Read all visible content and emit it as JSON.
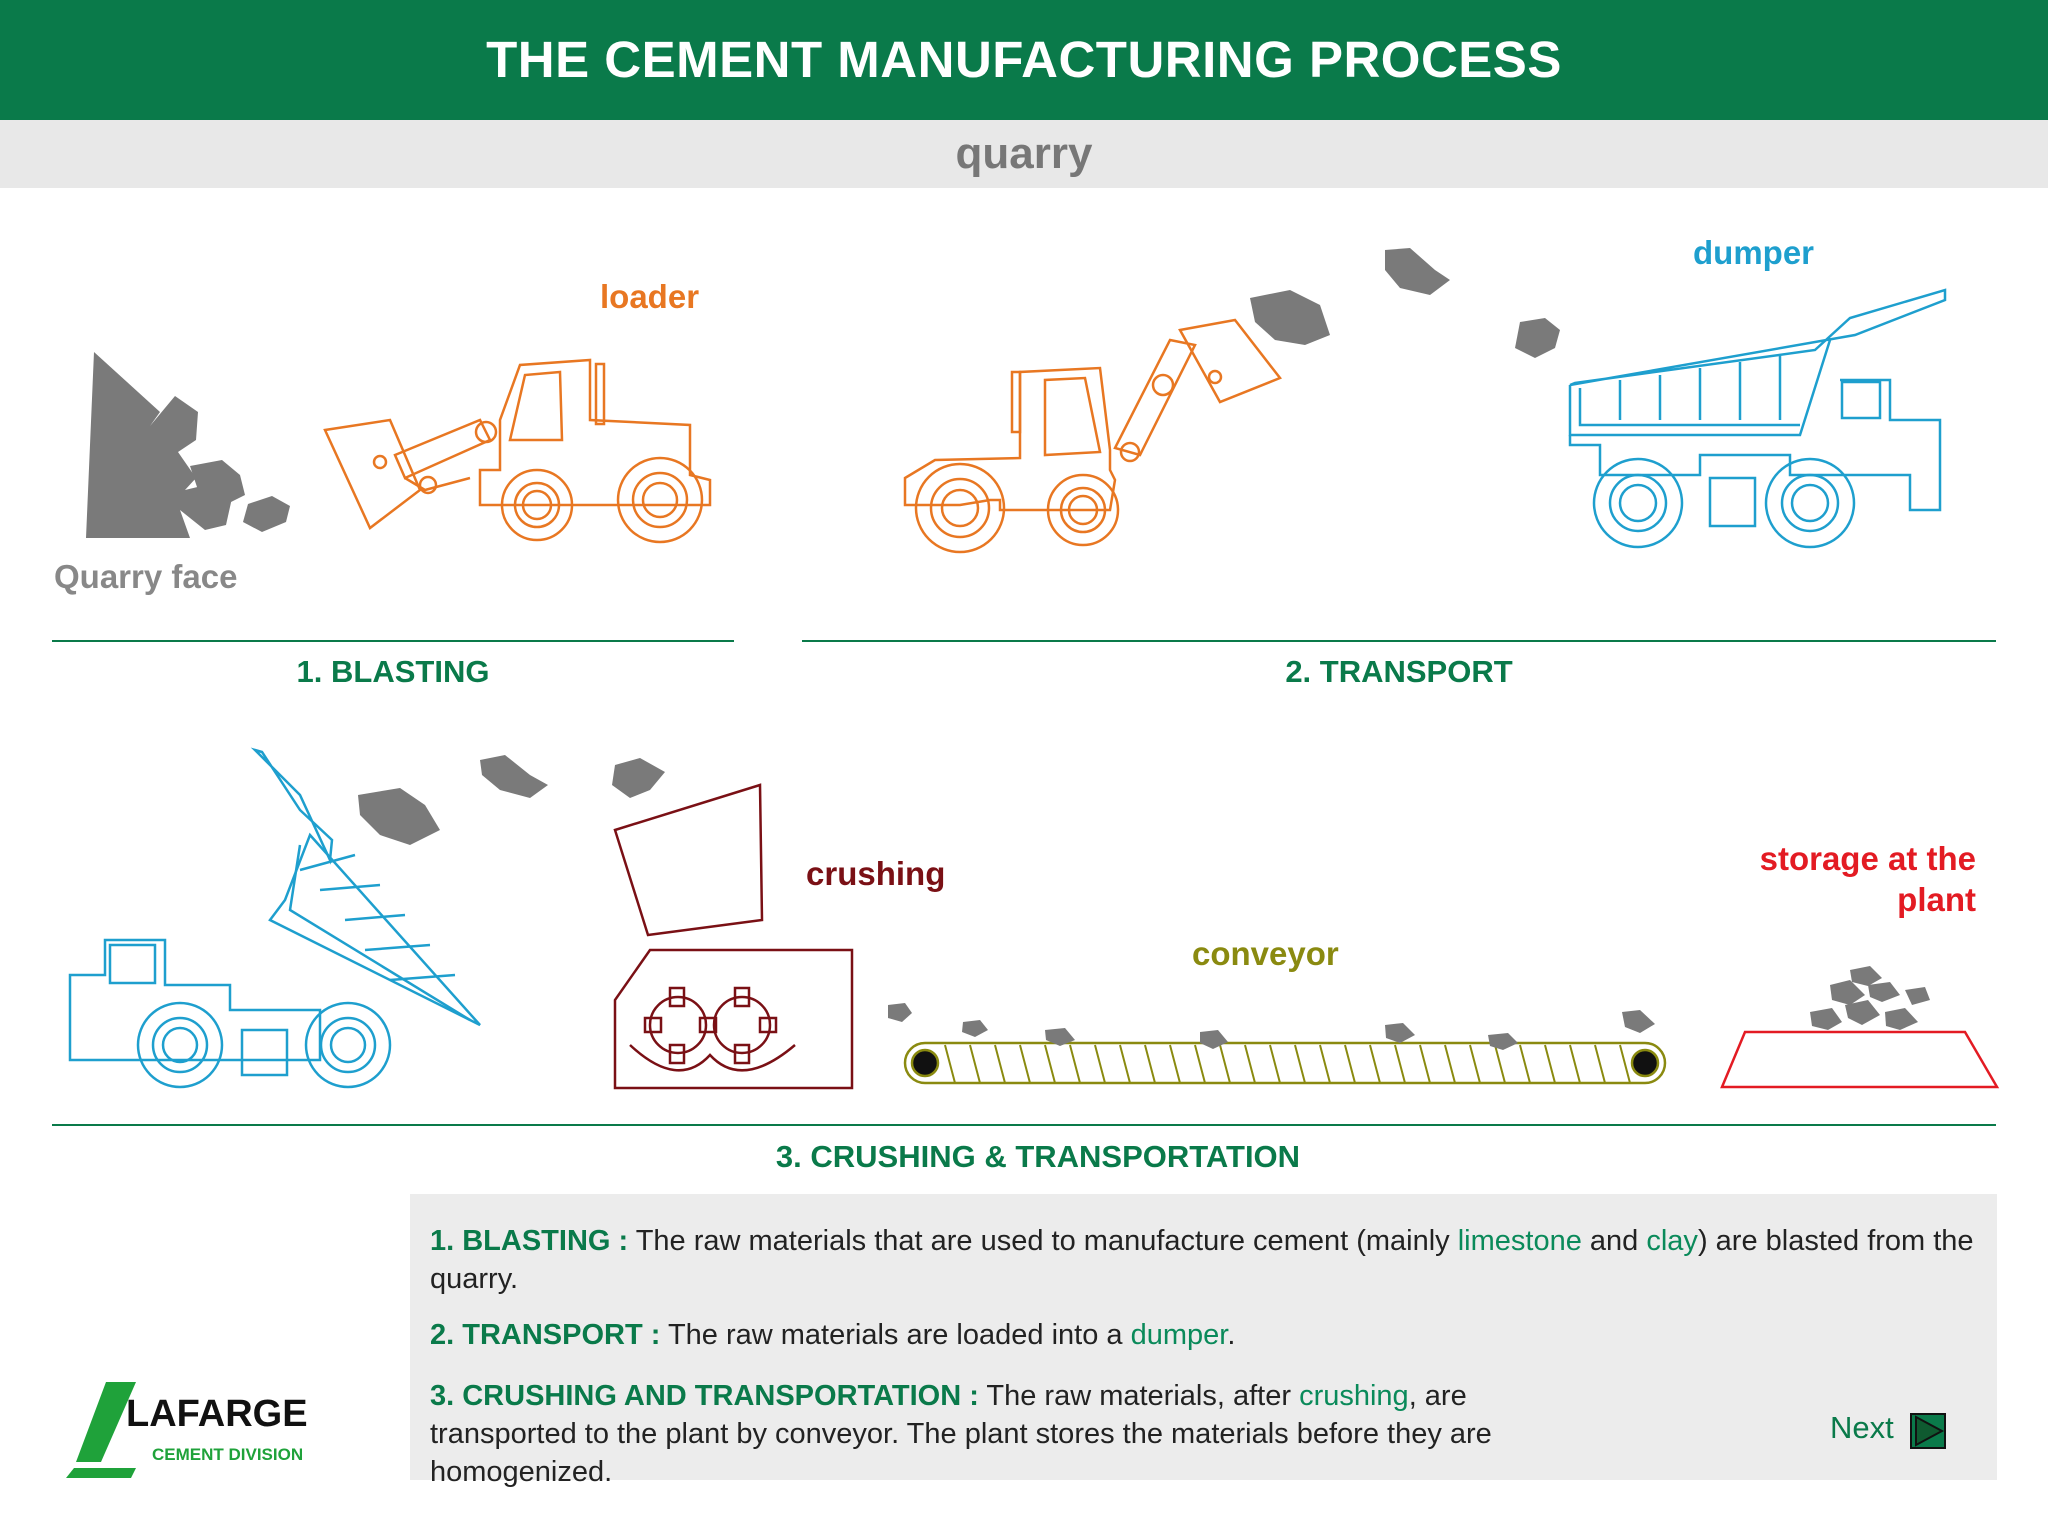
{
  "header": {
    "title": "THE CEMENT MANUFACTURING PROCESS",
    "subtitle": "quarry"
  },
  "diagram": {
    "labels": {
      "loader": "loader",
      "dumper": "dumper",
      "quarry_face": "Quarry face",
      "crushing": "crushing",
      "conveyor": "conveyor",
      "storage": "storage at the plant"
    },
    "sections": {
      "blasting": "1. BLASTING",
      "transport": "2. TRANSPORT",
      "crushing": "3. CRUSHING & TRANSPORTATION"
    },
    "colors": {
      "brand_green": "#0a7a4a",
      "loader_orange": "#e87722",
      "dumper_blue": "#1e9fce",
      "crusher_maroon": "#7a1015",
      "conveyor_olive": "#8a8a10",
      "storage_red": "#e31b23",
      "rock_gray": "#7a7a7a"
    }
  },
  "description": {
    "p1": {
      "heading": "1. BLASTING :",
      "text_a": " The raw materials that are used to manufacture cement (mainly ",
      "hl1": "limestone",
      "text_b": " and ",
      "hl2": "clay",
      "text_c": ") are blasted from the quarry."
    },
    "p2": {
      "heading": "2. TRANSPORT :",
      "text_a": " The raw materials are loaded into a ",
      "hl1": "dumper",
      "text_b": "."
    },
    "p3": {
      "heading": "3. CRUSHING AND TRANSPORTATION :",
      "text_a": " The raw  materials, after ",
      "hl1": "crushing",
      "text_b": ", are transported to the plant by conveyor. The plant stores the materials before they are homogenized."
    }
  },
  "logo": {
    "name": "LAFARGE",
    "division": "CEMENT DIVISION"
  },
  "navigation": {
    "next_label": "Next",
    "next_icon": "play-arrow-icon"
  }
}
